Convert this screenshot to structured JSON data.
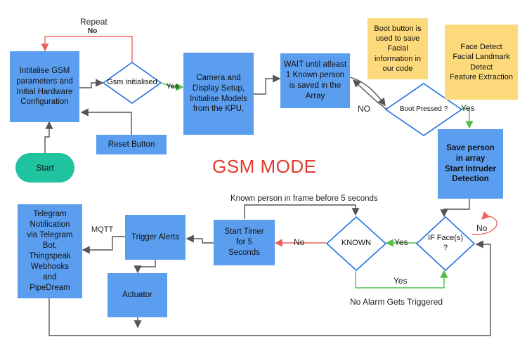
{
  "nodes": {
    "init_gsm": "Intitalise GSM\nparameters and\nInitial Hardware\nConfiguration",
    "gsm_initialised": "Gsm initialised",
    "reset_button": "Reset Button",
    "start": "Start",
    "camera_setup": "Camera and\nDisplay Setup,\nInitialise Models\nfrom the KPU,",
    "wait_known": "WAIT until atleast\n1 Known person\nis saved in the\nArray",
    "boot_pressed": "Boot Pressed ?",
    "save_person": "Save person\nin array\nStart Intruder\nDetection",
    "if_faces": "IF Face(s)\n?",
    "known": "KNOWN",
    "start_timer": "Start Timer\nfor 5\nSeconds",
    "trigger_alerts": "Trigger Alerts",
    "actuator": "Actuator",
    "telegram": "Telegram\nNotification\nvia Telegram\nBot,\nThingspeak\nWebhooks\nand\nPipeDream"
  },
  "notes": {
    "boot_note": "Boot button is\nused to save\nFacial\ninformation in\nour code",
    "face_note": "Face Detect\nFacial Landmark\nDetect\nFeature Extraction"
  },
  "title": "GSM MODE",
  "edge_labels": {
    "repeat": "Repeat",
    "no_top": "No",
    "yes_gsm": "Yes",
    "no_boot": "NO",
    "yes_boot": "Yes",
    "no_face": "No",
    "yes_face": "Yes",
    "no_known": "No",
    "yes_bottom": "Yes",
    "known_before": "Known person in frame before 5 seconds",
    "mqtt": "MQTT",
    "no_alarm": "No Alarm Gets Triggered"
  },
  "colors": {
    "box": "#5b9ef0",
    "note": "#fcd97a",
    "start": "#1fc3a0",
    "title": "#e33b2e",
    "red_arrow": "#e8645a",
    "green_arrow": "#4fbf4a"
  }
}
